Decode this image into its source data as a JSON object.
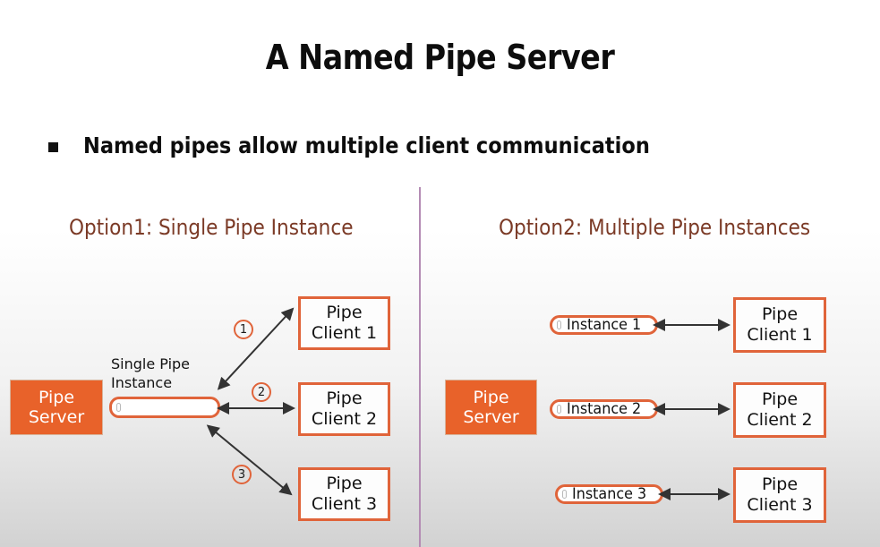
{
  "slide": {
    "title": "A Named Pipe Server",
    "bullet": {
      "marker": "square-bullet",
      "text": "Named pipes allow multiple client communication"
    },
    "colors": {
      "accent_orange": "#e8622a",
      "box_border_orange": "#e0643a",
      "heading_brown": "#7b3a26",
      "divider_purple": "#b48cb4",
      "text_dark": "#0d0d0d",
      "server_text": "#ffffff"
    }
  },
  "option1": {
    "heading": "Option1: Single Pipe Instance",
    "server": {
      "line1": "Pipe",
      "line2": "Server"
    },
    "pipe_caption_line1": "Single Pipe",
    "pipe_caption_line2": "Instance",
    "pipe_label": "",
    "connections": [
      {
        "number": "1",
        "client_line1": "Pipe",
        "client_line2": "Client 1"
      },
      {
        "number": "2",
        "client_line1": "Pipe",
        "client_line2": "Client 2"
      },
      {
        "number": "3",
        "client_line1": "Pipe",
        "client_line2": "Client 3"
      }
    ]
  },
  "option2": {
    "heading": "Option2: Multiple Pipe Instances",
    "server": {
      "line1": "Pipe",
      "line2": "Server"
    },
    "rows": [
      {
        "instance": "Instance 1",
        "client_line1": "Pipe",
        "client_line2": "Client 1"
      },
      {
        "instance": "Instance 2",
        "client_line1": "Pipe",
        "client_line2": "Client 2"
      },
      {
        "instance": "Instance 3",
        "client_line1": "Pipe",
        "client_line2": "Client 3"
      }
    ]
  }
}
